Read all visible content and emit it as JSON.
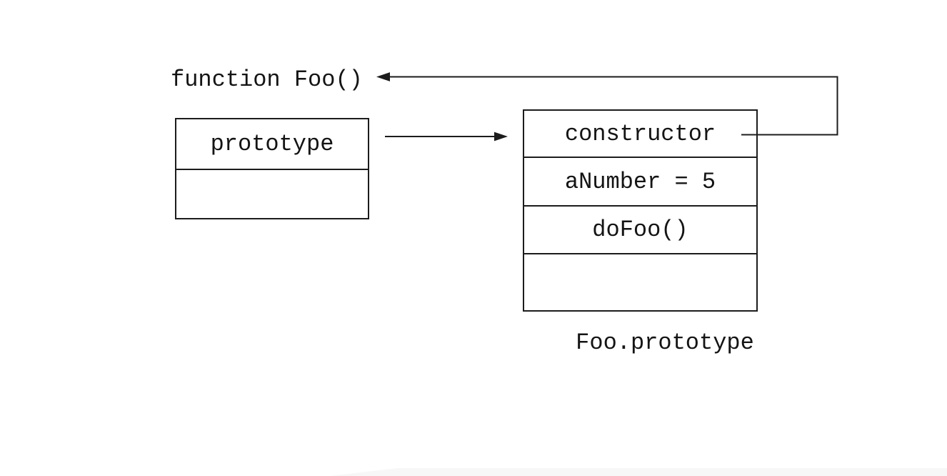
{
  "diagram": {
    "function_label": "function Foo()",
    "foo_box": {
      "slots": [
        {
          "label": "prototype"
        },
        {
          "label": ""
        }
      ]
    },
    "prototype_box": {
      "slots": [
        {
          "label": "constructor"
        },
        {
          "label": "aNumber = 5"
        },
        {
          "label": "doFoo()"
        },
        {
          "label": ""
        }
      ],
      "caption": "Foo.prototype"
    },
    "colors": {
      "line": "#1c1c1c",
      "text": "#141414",
      "background": "#ffffff",
      "bottom_edge": "#f7f7f8"
    }
  }
}
